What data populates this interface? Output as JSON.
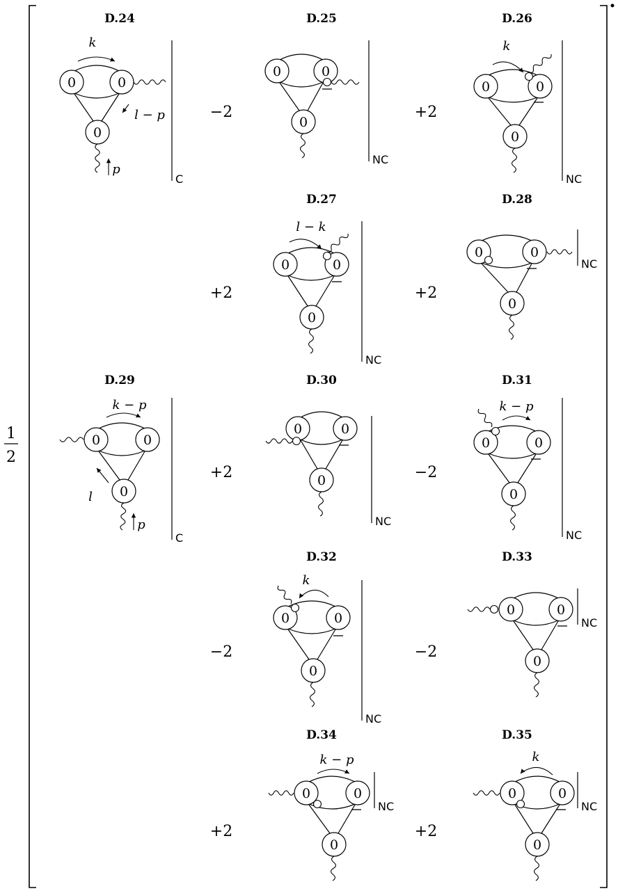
{
  "prefactor": {
    "numerator": "1",
    "denominator": "2"
  },
  "node_value": "0",
  "diagrams": [
    {
      "label": "D.24",
      "coef": "",
      "subscript": "C",
      "arrows": [
        "k",
        "l − p",
        "p"
      ]
    },
    {
      "label": "D.25",
      "coef": "−2",
      "subscript": "NC",
      "arrows": []
    },
    {
      "label": "D.26",
      "coef": "+2",
      "subscript": "NC",
      "arrows": [
        "k"
      ]
    },
    {
      "label": "D.27",
      "coef": "+2",
      "subscript": "NC",
      "arrows": [
        "l − k"
      ]
    },
    {
      "label": "D.28",
      "coef": "+2",
      "subscript": "NC",
      "arrows": []
    },
    {
      "label": "D.29",
      "coef": "",
      "subscript": "C",
      "arrows": [
        "k − p",
        "l",
        "p"
      ]
    },
    {
      "label": "D.30",
      "coef": "+2",
      "subscript": "NC",
      "arrows": []
    },
    {
      "label": "D.31",
      "coef": "−2",
      "subscript": "NC",
      "arrows": [
        "k − p"
      ]
    },
    {
      "label": "D.32",
      "coef": "−2",
      "subscript": "NC",
      "arrows": [
        "k"
      ]
    },
    {
      "label": "D.33",
      "coef": "−2",
      "subscript": "NC",
      "arrows": []
    },
    {
      "label": "D.34",
      "coef": "+2",
      "subscript": "NC",
      "arrows": [
        "k − p"
      ]
    },
    {
      "label": "D.35",
      "coef": "+2",
      "subscript": "NC",
      "arrows": [
        "k"
      ]
    }
  ]
}
